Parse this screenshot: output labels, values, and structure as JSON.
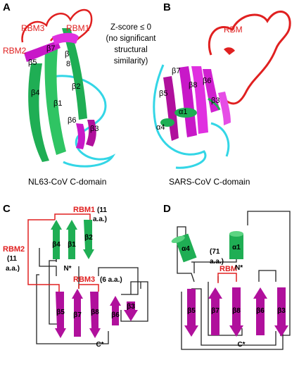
{
  "panels": {
    "A": {
      "letter": "A",
      "caption": "NL63-CoV C-domain",
      "zscore": [
        "Z-score ≤ 0",
        "(no significant",
        "structural",
        "similarity)"
      ],
      "labels": {
        "rbm1": "RBM1",
        "rbm2": "RBM2",
        "rbm3": "RBM3",
        "b1": "β1",
        "b2": "β2",
        "b3": "β3",
        "b4": "β4",
        "b5": "β5",
        "b6": "β6",
        "b7": "β7",
        "b8a": "β",
        "b8b": "8"
      }
    },
    "B": {
      "letter": "B",
      "caption": "SARS-CoV C-domain",
      "labels": {
        "rbm": "RBM",
        "a1": "α1",
        "a4": "α4",
        "b3": "β3",
        "b5": "β5",
        "b6": "β6",
        "b7": "β7",
        "b8": "β8"
      }
    },
    "C": {
      "letter": "C",
      "rbm1": "RBM1",
      "rbm1_count": "(11",
      "rbm1_unit": "a.a.)",
      "rbm2": "RBM2",
      "rbm2_count": "(11",
      "rbm2_unit": "a.a.)",
      "rbm3": "RBM3",
      "rbm3_count": "(6 a.a.)",
      "n_term": "N*",
      "c_term": "C*",
      "strands": {
        "b4": "β4",
        "b1": "β1",
        "b2": "β2",
        "b5": "β5",
        "b7": "β7",
        "b8": "β8",
        "b6": "β6",
        "b3": "β3"
      }
    },
    "D": {
      "letter": "D",
      "rbm": "RBM",
      "count": "(71",
      "unit": "a.a.)",
      "n_term": "N*",
      "c_term": "C*",
      "helices": {
        "a4": "α4",
        "a1": "α1"
      },
      "strands": {
        "b5": "β5",
        "b7": "β7",
        "b8": "β8",
        "b6": "β6",
        "b3": "β3"
      }
    }
  },
  "colors": {
    "strand_magenta": "#b0109c",
    "strand_green": "#1fae54",
    "loop_red": "#e02020",
    "loop_cyan": "#33d6e6",
    "line_black": "#222222"
  }
}
